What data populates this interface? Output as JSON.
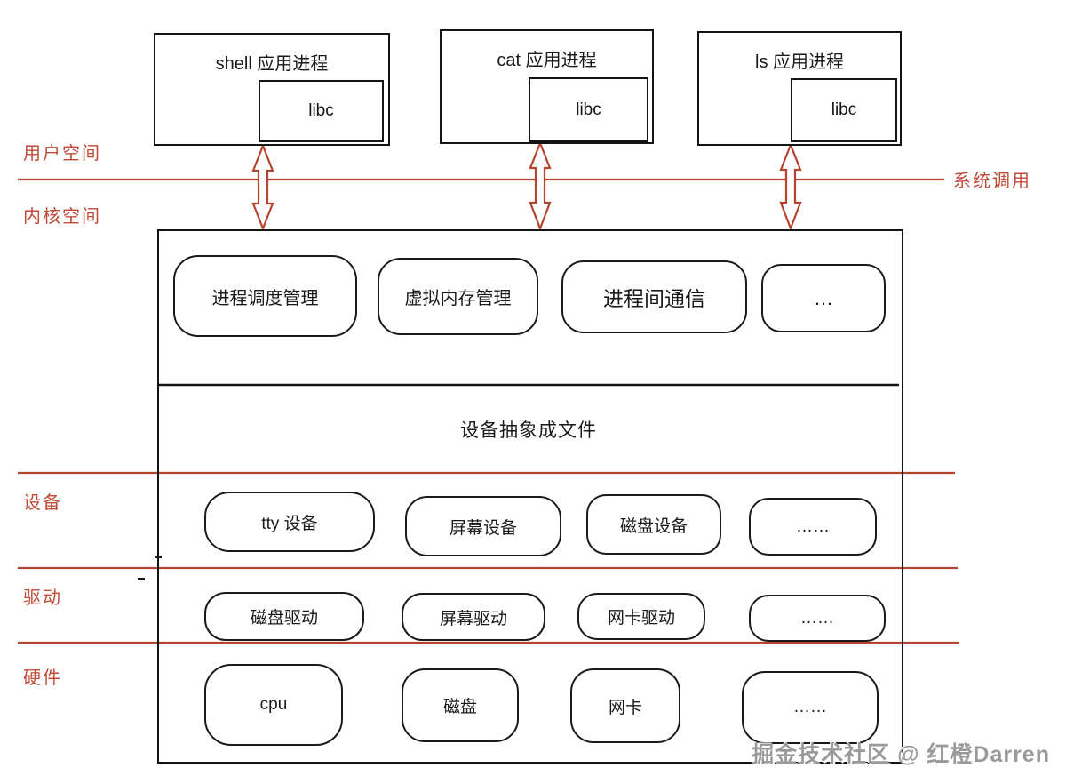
{
  "colors": {
    "accent_red_text": "#c04a38",
    "accent_red_line": "#b5432f",
    "box_border": "#141414",
    "watermark_gray": "#9a9a9a"
  },
  "labels": {
    "user_space": "用户空间",
    "kernel_space": "内核空间",
    "system_call": "系统调用",
    "device": "设备",
    "driver": "驱动",
    "hardware": "硬件"
  },
  "processes": [
    {
      "title": "shell 应用进程",
      "lib": "libc"
    },
    {
      "title": "cat 应用进程",
      "lib": "libc"
    },
    {
      "title": "ls 应用进程",
      "lib": "libc"
    }
  ],
  "kernel": {
    "modules": [
      "进程调度管理",
      "虚拟内存管理",
      "进程间通信",
      "…"
    ],
    "abstraction": "设备抽象成文件",
    "devices": [
      "tty 设备",
      "屏幕设备",
      "磁盘设备",
      "……"
    ],
    "drivers": [
      "磁盘驱动",
      "屏幕驱动",
      "网卡驱动",
      "……"
    ],
    "hardware": [
      "cpu",
      "磁盘",
      "网卡",
      "……"
    ]
  },
  "watermark": "掘金技术社区 @ 红橙Darren"
}
